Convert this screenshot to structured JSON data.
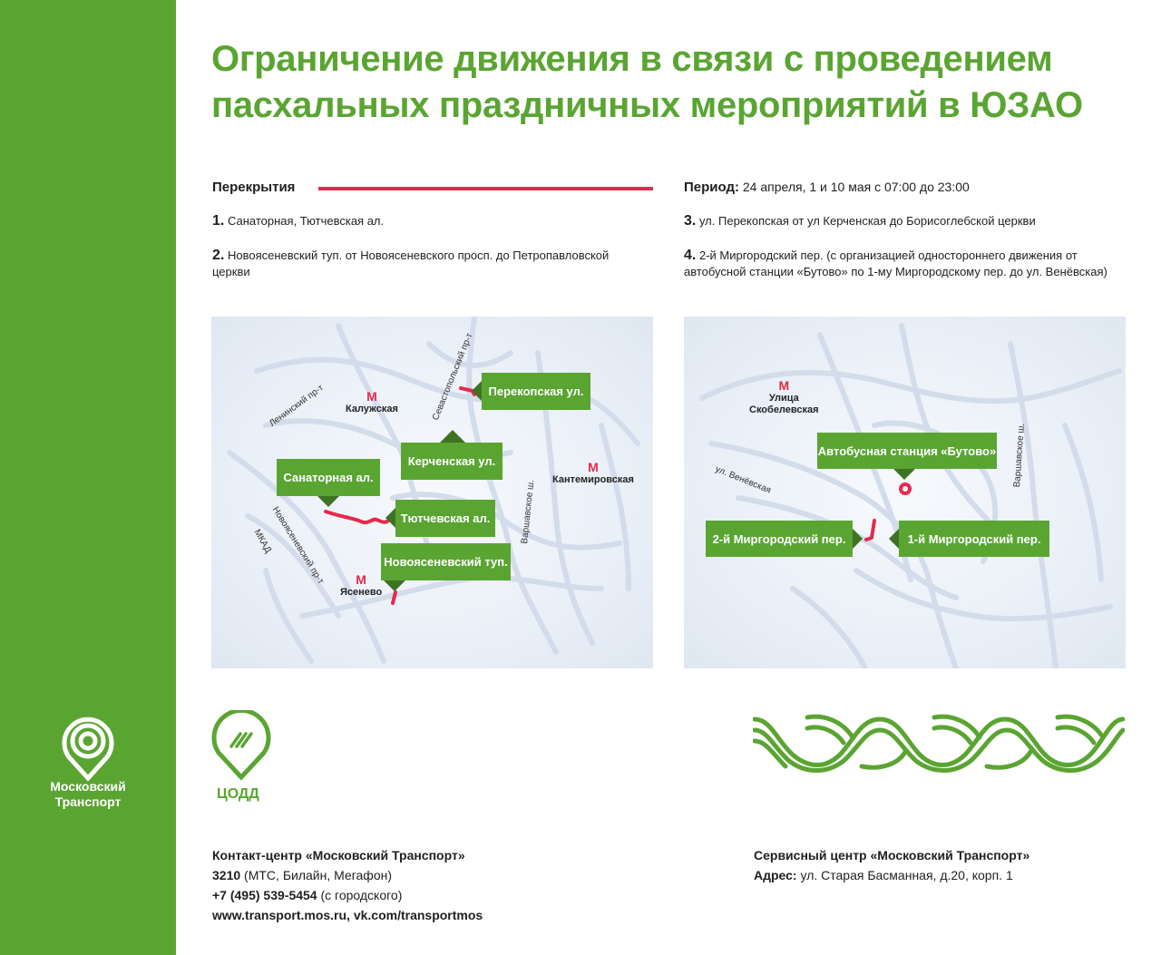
{
  "title": {
    "line1": "Ограничение движения в связи с проведением",
    "line2": "пасхальных праздничных мероприятий в ЮЗАО"
  },
  "closures": {
    "label": "Перекрытия",
    "items": [
      {
        "num": "1.",
        "lines": [
          "Санаторная, Тютчевская ал."
        ]
      },
      {
        "num": "2.",
        "lines": [
          "Новоясеневский туп. от Новоясеневского просп. до Петропавловской",
          "церкви"
        ]
      },
      {
        "num": "3.",
        "lines": [
          "ул. Перекопская от ул Керченская до Борисоглебской церкви"
        ]
      },
      {
        "num": "4.",
        "lines": [
          "2-й Миргородский пер. (с организацией одностороннего движения от",
          "автобусной станции «Бутово» по 1-му Миргородскому пер. до ул. Венёвская)"
        ]
      }
    ]
  },
  "period": {
    "label": "Период:",
    "value": "24 апреля, 1 и 10 мая с 07:00 до 23:00"
  },
  "map_left": {
    "callouts": {
      "perekopskaya": "Перекопская ул.",
      "kerchenskaya": "Керченская ул.",
      "sanatornaya": "Санаторная ал.",
      "tyutchevskaya": "Тютчевская ал.",
      "novoyasenevsky_tup": "Новоясеневский туп."
    },
    "metro": {
      "kaluzhskaya": "Калужская",
      "kantemirovskaya": "Кантемировская",
      "yasenevo": "Ясенево"
    },
    "streets": {
      "leninsky": "Ленинский пр-т",
      "sevastopolsky": "Севастопольский пр-т",
      "novoyasenevsky_pr": "Новоясеневский пр-т",
      "mkad": "МКАД",
      "varshavskoe": "Варшавское ш."
    }
  },
  "map_right": {
    "callouts": {
      "butovo_station": "Автобусная станция «Бутово»",
      "mirgorodsky_2": "2-й Миргородский пер.",
      "mirgorodsky_1": "1-й Миргородский пер."
    },
    "metro": {
      "skobelevskaya_1": "Улица",
      "skobelevskaya_2": "Скобелевская"
    },
    "streets": {
      "venevskaya": "ул. Венёвская",
      "varshavskoe": "Варшавское ш."
    }
  },
  "metro_symbol": "М",
  "brand": {
    "moscow_transport_1": "Московский",
    "moscow_transport_2": "Транспорт",
    "codd": "ЦОДД"
  },
  "contact": {
    "title": "Контакт-центр «Московский Транспорт»",
    "short_number": "3210",
    "short_note": "(МТС, Билайн, Мегафон)",
    "phone": "+7 (495) 539-5454",
    "phone_note": "(с городского)",
    "web": "www.transport.mos.ru, vk.com/transportmos"
  },
  "service": {
    "title": "Сервисный центр «Московский Транспорт»",
    "address_label": "Адрес:",
    "address": "ул. Старая Басманная, д.20, корп. 1"
  },
  "colors": {
    "brand_green": "#5aa532",
    "pointer_green": "#3e7323",
    "closure_red": "#e6294c",
    "map_roads": "#d3dceb"
  },
  "icons": [
    "moscow-transport-logo-icon",
    "codd-logo-icon",
    "metro-icon",
    "wave-pattern-icon"
  ]
}
